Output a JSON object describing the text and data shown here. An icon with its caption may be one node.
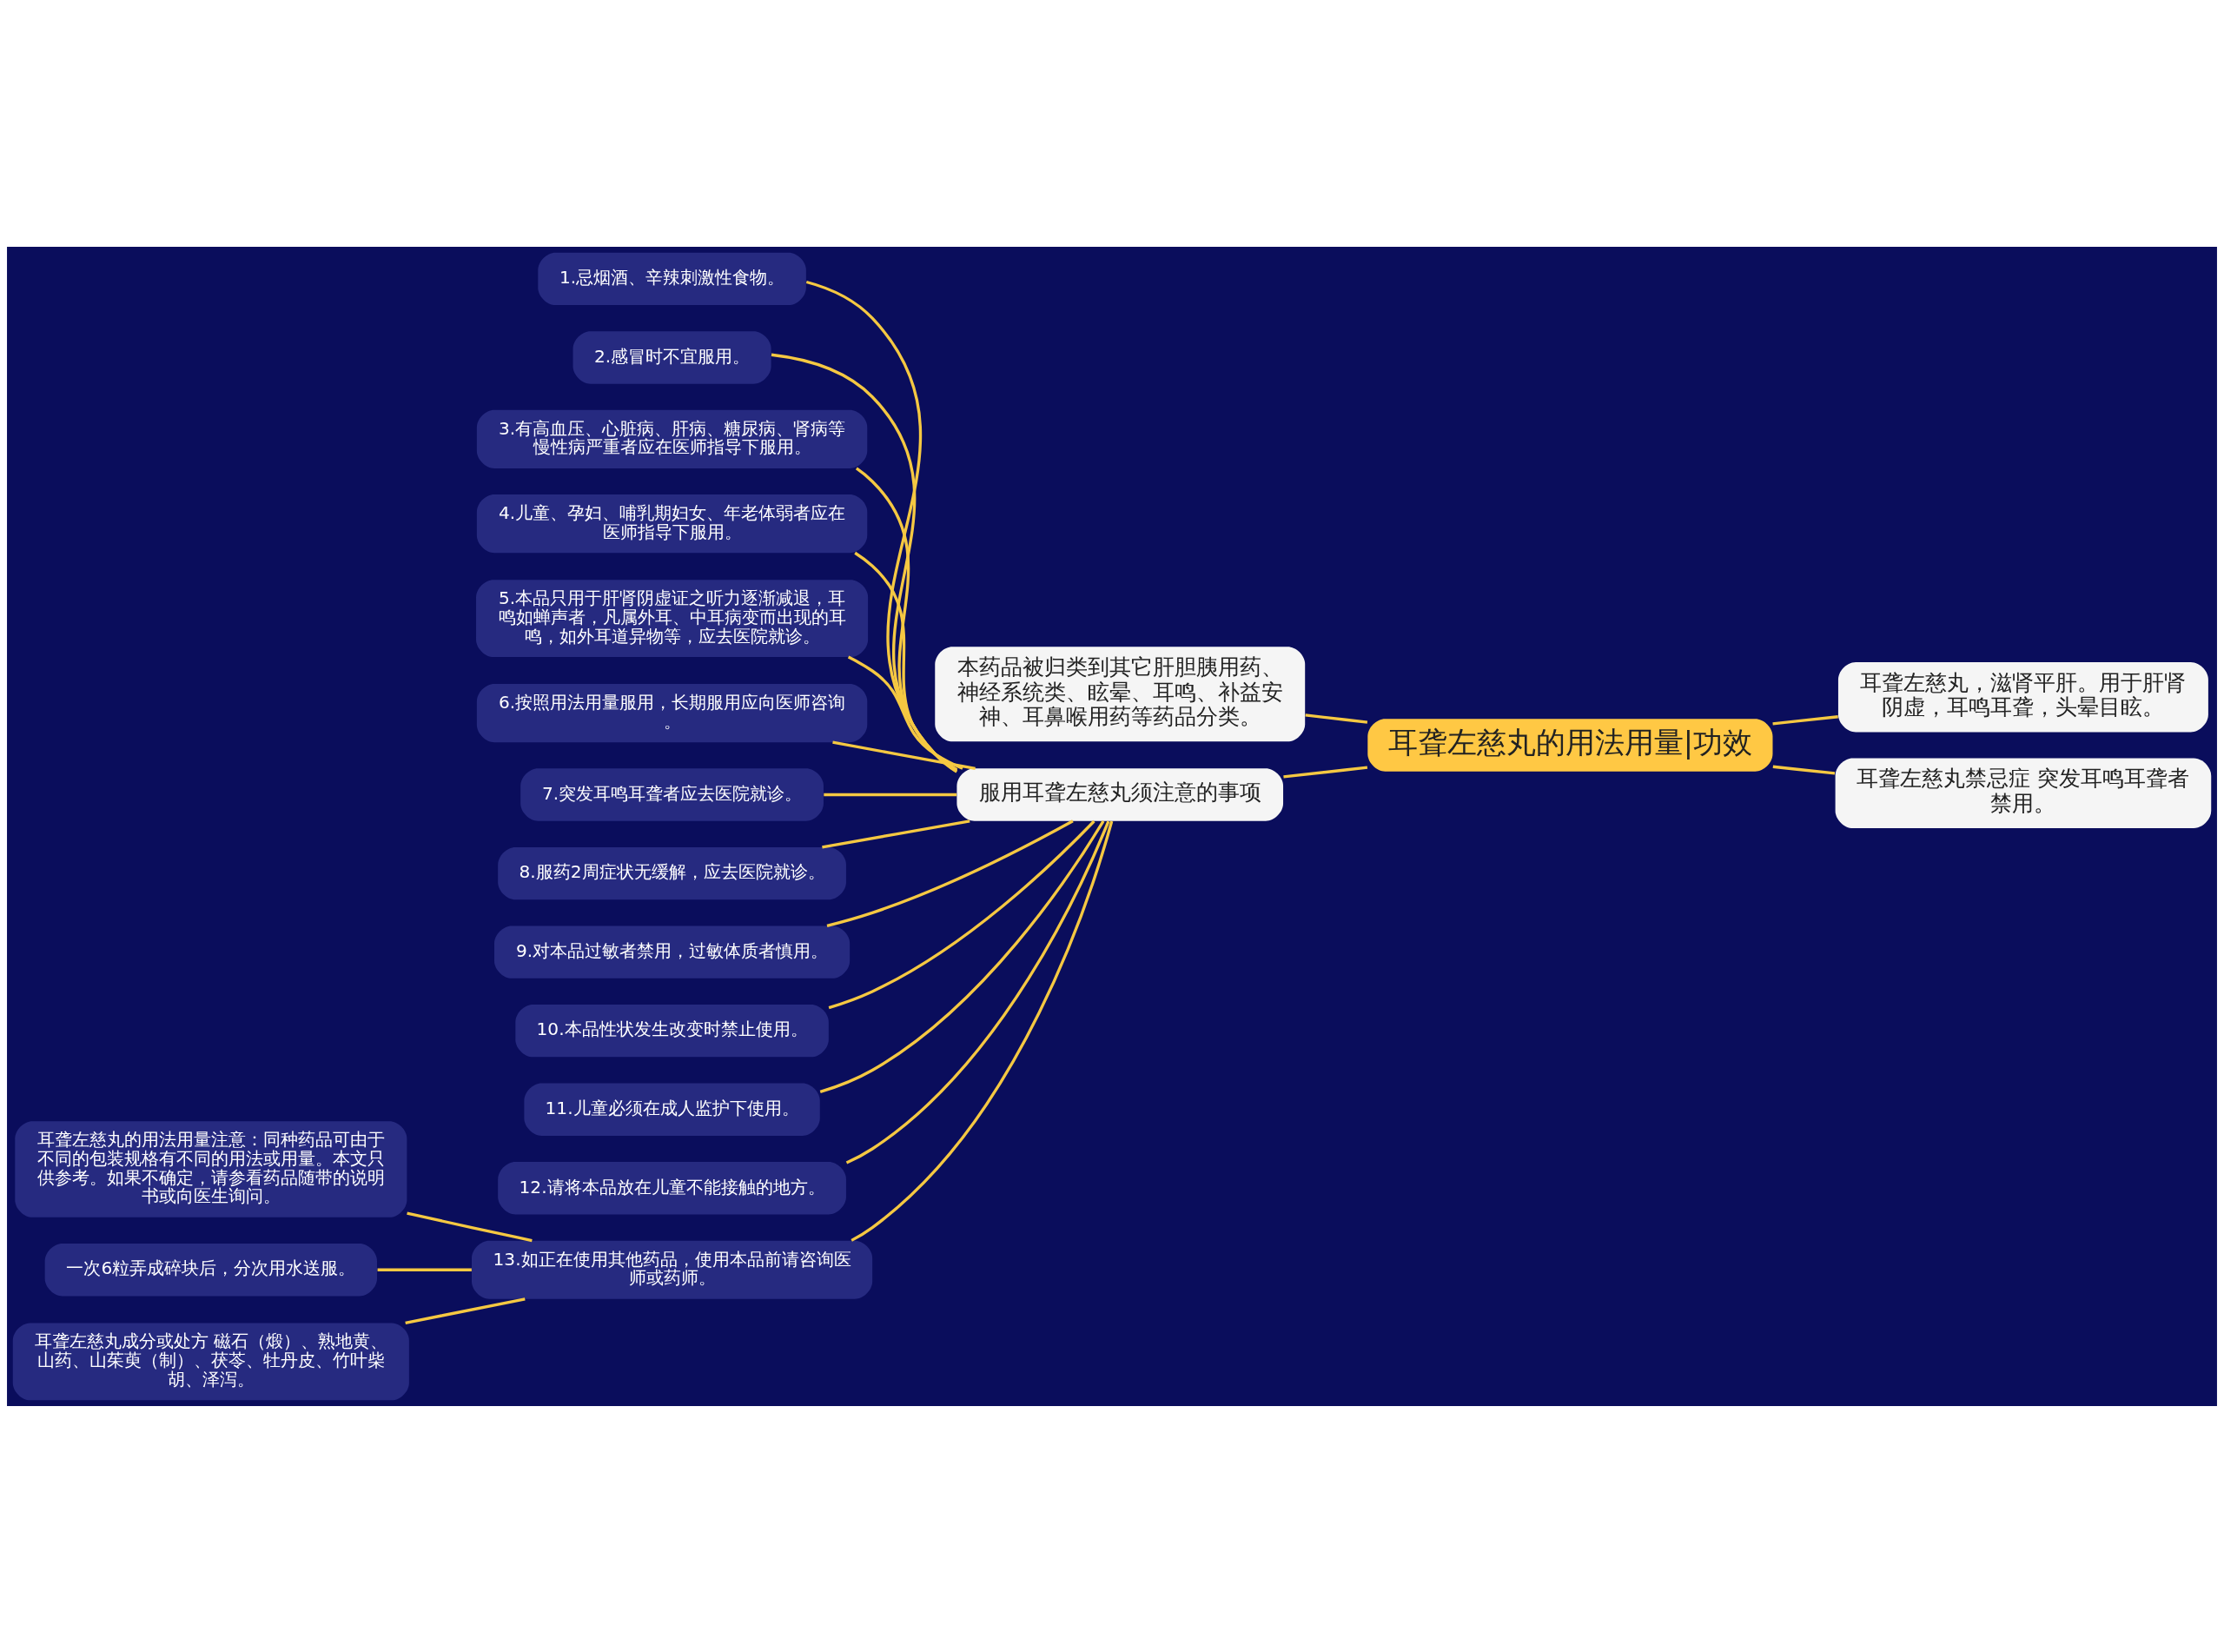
{
  "diagram": {
    "nodes": [
      {
        "text": [
          "耳聋左慈丸的用法用量|功效"
        ]
      },
      {
        "text": [
          "本药品被归类到其它肝胆胰用药、神经系统类、眩晕、耳鸣、补益安神、耳鼻喉用药等药品分类。"
        ]
      },
      {
        "text": [
          "耳聋左慈丸，滋肾平肝。用于肝肾阴虚，耳鸣耳聋，头晕目眩。"
        ]
      },
      {
        "text": [
          "耳聋左慈丸禁忌症 突发耳鸣耳聋者禁用。"
        ]
      },
      {
        "text": [
          "服用耳聋左慈丸须注意的事项"
        ]
      },
      {
        "text": [
          "1.忌烟酒、辛辣刺激性食物。"
        ]
      },
      {
        "text": [
          "2.感冒时不宜服用。"
        ]
      },
      {
        "text": [
          "3.有高血压、心脏病、肝病、糖尿病、肾病等慢性病严重者应在医师指导下服用。"
        ]
      },
      {
        "text": [
          "4.儿童、孕妇、哺乳期妇女、年老体弱者应在医师指导下服用。"
        ]
      },
      {
        "text": [
          "5.本品只用于肝肾阴虚证之听力逐渐减退，耳鸣如蝉声者，凡属外耳、中耳病变而出现的耳鸣，如外耳道异物等，应去医院就诊。"
        ]
      },
      {
        "text": [
          "6.按照用法用量服用，长期服用应向医师咨询。"
        ]
      },
      {
        "text": [
          "7.突发耳鸣耳聋者应去医院就诊。"
        ]
      },
      {
        "text": [
          "8.服药2周症状无缓解，应去医院就诊。"
        ]
      },
      {
        "text": [
          "9.对本品过敏者禁用，过敏体质者慎用。"
        ]
      },
      {
        "text": [
          "10.本品性状发生改变时禁止使用。"
        ]
      },
      {
        "text": [
          "11.儿童必须在成人监护下使用。"
        ]
      },
      {
        "text": [
          "12.请将本品放在儿童不能接触的地方。"
        ]
      },
      {
        "text": [
          "13.如正在使用其他药品，使用本品前请咨询医师或药师。"
        ]
      },
      {
        "text": [
          "耳聋左慈丸的用法用量注意：同种药品可由于不同的包装规格有不同的用法或用量。本文只供参考。如果不确定，请参看药品随带的说明书或向医生询问。"
        ]
      },
      {
        "text": [
          "一次6粒弄成碎块后，分次用水送服。"
        ]
      },
      {
        "text": [
          "耳聋左慈丸成分或处方 磁石（煅）、熟地黄、山药、山茱萸（制）、茯苓、牡丹皮、竹叶柴胡、泽泻。"
        ]
      }
    ],
    "edges": [
      {
        "from": 0,
        "to": 1,
        "arrow": "none"
      },
      {
        "from": 0,
        "to": 2,
        "arrow": "none"
      },
      {
        "from": 0,
        "to": 3,
        "arrow": "none"
      },
      {
        "from": 0,
        "to": 4,
        "arrow": "none"
      },
      {
        "from": 4,
        "to": 5,
        "arrow": "none"
      },
      {
        "from": 4,
        "to": 6,
        "arrow": "none"
      },
      {
        "from": 4,
        "to": 7,
        "arrow": "none"
      },
      {
        "from": 4,
        "to": 8,
        "arrow": "none"
      },
      {
        "from": 4,
        "to": 9,
        "arrow": "none"
      },
      {
        "from": 4,
        "to": 10,
        "arrow": "none"
      },
      {
        "from": 4,
        "to": 11,
        "arrow": "none"
      },
      {
        "from": 4,
        "to": 12,
        "arrow": "none"
      },
      {
        "from": 4,
        "to": 13,
        "arrow": "none"
      },
      {
        "from": 4,
        "to": 14,
        "arrow": "none"
      },
      {
        "from": 4,
        "to": 15,
        "arrow": "none"
      },
      {
        "from": 4,
        "to": 16,
        "arrow": "none"
      },
      {
        "from": 4,
        "to": 17,
        "arrow": "none"
      },
      {
        "from": 17,
        "to": 18,
        "arrow": "none"
      },
      {
        "from": 17,
        "to": 19,
        "arrow": "none"
      },
      {
        "from": 17,
        "to": 20,
        "arrow": "none"
      }
    ]
  }
}
